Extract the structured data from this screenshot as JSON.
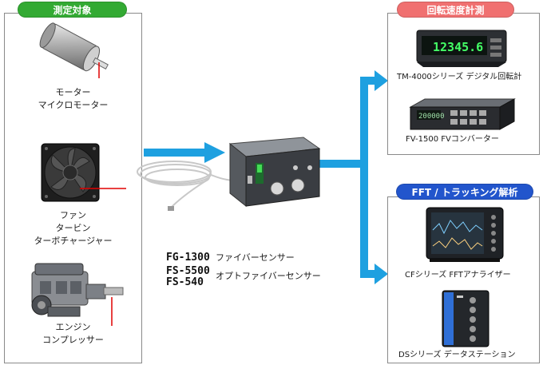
{
  "colors": {
    "measure_pill": "#33aa33",
    "speed_pill": "#f07070",
    "fft_pill": "#2255cc",
    "arrow": "#1ea0e0",
    "indicator_line": "#e00000",
    "display_digits": "#44ff66"
  },
  "left_panel": {
    "title": "測定対象",
    "groups": [
      {
        "icon": "motor-icon",
        "lines": [
          "モーター",
          "マイクロモーター"
        ]
      },
      {
        "icon": "fan-icon",
        "lines": [
          "ファン",
          "タービン",
          "ターボチャージャー"
        ]
      },
      {
        "icon": "engine-icon",
        "lines": [
          "エンジン",
          "コンプレッサー"
        ]
      }
    ]
  },
  "center": {
    "device_icon": "fiber-sensor-unit-icon",
    "models": [
      {
        "codes": [
          "FG-1300"
        ],
        "desc": "ファイバーセンサー"
      },
      {
        "codes": [
          "FS-5500",
          "FS-540"
        ],
        "desc": "オプトファイバーセンサー"
      }
    ]
  },
  "speed_panel": {
    "title": "回転速度計測",
    "items": [
      {
        "icon": "digital-tachometer-icon",
        "label": "TM-4000シリーズ デジタル回転計",
        "display": "12345.6"
      },
      {
        "icon": "fv-converter-icon",
        "label": "FV-1500 FVコンバーター",
        "display": "200000"
      }
    ]
  },
  "fft_panel": {
    "title": "FFT / トラッキング解析",
    "items": [
      {
        "icon": "fft-analyzer-icon",
        "label": "CFシリーズ FFTアナライザー"
      },
      {
        "icon": "data-station-icon",
        "label": "DSシリーズ データステーション"
      }
    ]
  }
}
